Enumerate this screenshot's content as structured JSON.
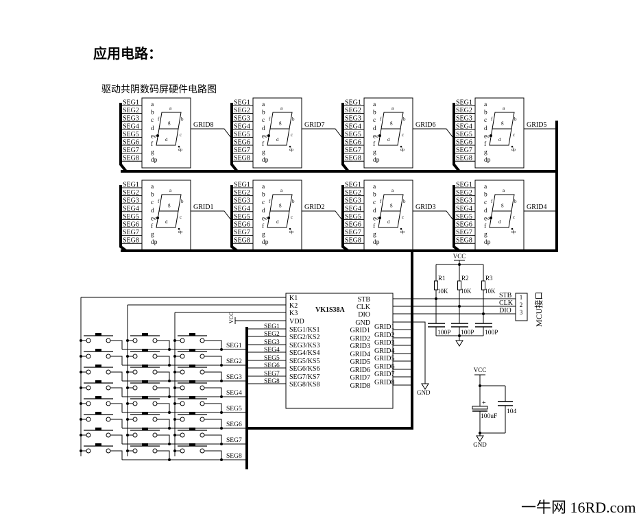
{
  "title": "应用电路：",
  "subtitle": "驱动共阴数码屏硬件电路图",
  "display": {
    "seg_labels": [
      "SEG1",
      "SEG2",
      "SEG3",
      "SEG4",
      "SEG5",
      "SEG6",
      "SEG7",
      "SEG8"
    ],
    "segment_pins": [
      "a",
      "b",
      "c",
      "d",
      "e",
      "f",
      "g",
      "dp"
    ],
    "digit_labels": {
      "a": "a",
      "b": "b",
      "c": "c",
      "d": "d",
      "e": "e",
      "f": "f",
      "g": "g",
      "dp": "dp"
    },
    "top_row_grids": [
      "GRID8",
      "GRID7",
      "GRID6",
      "GRID5"
    ],
    "bottom_row_grids": [
      "GRID1",
      "GRID2",
      "GRID3",
      "GRID4"
    ]
  },
  "chip": {
    "name": "VK1S38A",
    "left_pins": [
      "K1",
      "K2",
      "K3",
      "VDD",
      "SEG1/KS1",
      "SEG2/KS2",
      "SEG3/KS3",
      "SEG4/KS4",
      "SEG5/KS5",
      "SEG6/KS6",
      "SEG7/KS7",
      "SEG8/KS8"
    ],
    "right_pins": [
      "STB",
      "CLK",
      "DIO",
      "GND",
      "GRID1",
      "GRID2",
      "GRID3",
      "GRID4",
      "GRID5",
      "GRID6",
      "GRID7",
      "GRID8"
    ],
    "grid_nets": [
      "GRID1",
      "GRID2",
      "GRID3",
      "GRID4",
      "GRID5",
      "GRID6",
      "GRID7",
      "GRID8"
    ],
    "seg_nets": [
      "SEG1",
      "SEG2",
      "SEG3",
      "SEG4",
      "SEG5",
      "SEG6",
      "SEG7",
      "SEG8"
    ],
    "vdd_net": "VCC",
    "gnd_net": "GND"
  },
  "mcu": {
    "label": "MCU接口",
    "signals": [
      "STB",
      "CLK",
      "DIO"
    ],
    "pins": [
      "1",
      "2",
      "3"
    ]
  },
  "pullups": {
    "vcc": "VCC",
    "resistors": [
      {
        "ref": "R1",
        "value": "10K"
      },
      {
        "ref": "R2",
        "value": "10K"
      },
      {
        "ref": "R3",
        "value": "10K"
      }
    ],
    "capacitors": [
      "100P",
      "100P",
      "100P"
    ]
  },
  "keypad": {
    "seg_labels": [
      "SEG1",
      "SEG2",
      "SEG3",
      "SEG4",
      "SEG5",
      "SEG6",
      "SEG7",
      "SEG8"
    ]
  },
  "power": {
    "vcc": "VCC",
    "gnd": "GND",
    "plus": "+",
    "electrolytic": "100uF",
    "ceramic": "104"
  },
  "colors": {
    "line": "#000000",
    "dp_label": "#8b4513"
  },
  "watermark": "一牛网 16RD.com"
}
